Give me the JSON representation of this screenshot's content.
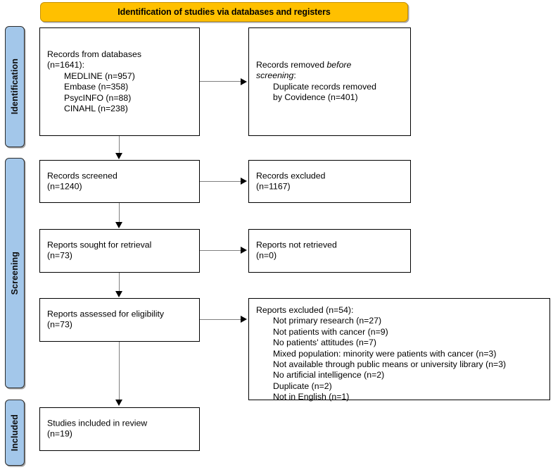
{
  "colors": {
    "banner_bg": "#FFC000",
    "stage_bg": "#A3C7EA",
    "box_border": "#000000",
    "connector": "#808080"
  },
  "banner": {
    "title": "Identification of studies via databases and registers"
  },
  "stages": [
    {
      "key": "identification",
      "label": "Identification"
    },
    {
      "key": "screening",
      "label": "Screening"
    },
    {
      "key": "included",
      "label": "Included"
    }
  ],
  "boxes": {
    "records_databases": {
      "title": "Records from databases",
      "count": "(n=1641):",
      "sources": [
        "MEDLINE (n=957)",
        "Embase (n=358)",
        "PsycINFO (n=88)",
        "CINAHL (n=238)"
      ]
    },
    "records_removed": {
      "line1_prefix": "Records removed ",
      "line1_italic": "before",
      "line2_italic": "screening",
      "line2_suffix": ":",
      "detail_line1": "Duplicate records removed",
      "detail_line2": "by Covidence (n=401)"
    },
    "records_screened": {
      "title": "Records screened",
      "count": "(n=1240)"
    },
    "records_excluded": {
      "title": "Records excluded",
      "count": "(n=1167)"
    },
    "reports_sought": {
      "title": "Reports sought for retrieval",
      "count": "(n=73)"
    },
    "reports_not_retrieved": {
      "title": "Reports not retrieved",
      "count": "(n=0)"
    },
    "reports_assessed": {
      "title": "Reports assessed for eligibility",
      "count": "(n=73)"
    },
    "reports_excluded": {
      "title": "Reports excluded (n=54):",
      "reasons": [
        "Not primary research (n=27)",
        "Not patients with cancer (n=9)",
        "No patients' attitudes (n=7)",
        "Mixed population: minority were patients with cancer (n=3)",
        "Not available through public means or university library (n=3)",
        "No artificial intelligence (n=2)",
        "Duplicate (n=2)",
        "Not in English (n=1)"
      ]
    },
    "studies_included": {
      "title": "Studies included in review",
      "count": "(n=19)"
    }
  }
}
